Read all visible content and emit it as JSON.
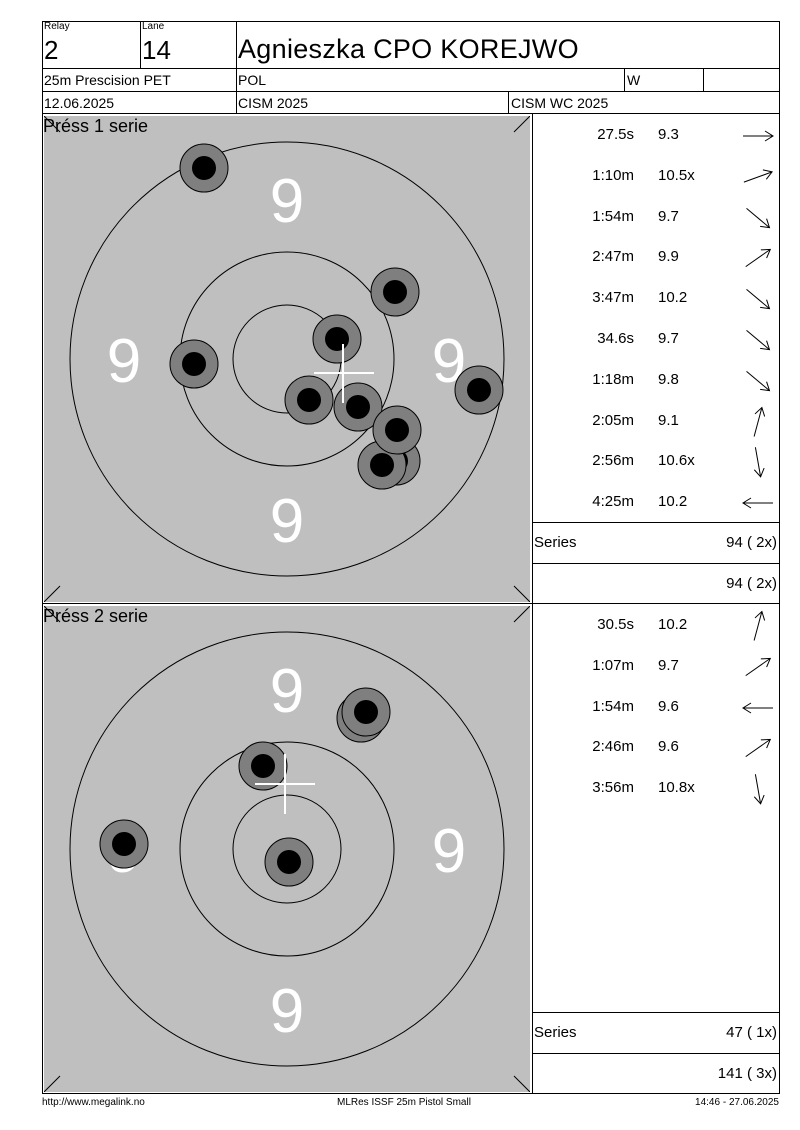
{
  "header": {
    "relay_label": "Relay",
    "relay": "2",
    "lane_label": "Lane",
    "lane": "14",
    "shooter_name": "Agnieszka CPO KOREJWO",
    "event": "25m Prescision PET",
    "nation": "POL",
    "category": "W",
    "date": "12.06.2025",
    "competition": "CISM 2025",
    "match": "CISM WC 2025"
  },
  "target_ring_label": "9",
  "series": [
    {
      "title": "Préss 1 serie",
      "shots": [
        {
          "time": "27.5s",
          "score": "9.3",
          "direction": "right"
        },
        {
          "time": "1:10m",
          "score": "10.5x",
          "direction": "up-right-shallow"
        },
        {
          "time": "1:54m",
          "score": "9.7",
          "direction": "down-right"
        },
        {
          "time": "2:47m",
          "score": "9.9",
          "direction": "up-right"
        },
        {
          "time": "3:47m",
          "score": "10.2",
          "direction": "down-right"
        },
        {
          "time": "34.6s",
          "score": "9.7",
          "direction": "down-right"
        },
        {
          "time": "1:18m",
          "score": "9.8",
          "direction": "down-right"
        },
        {
          "time": "2:05m",
          "score": "9.1",
          "direction": "up"
        },
        {
          "time": "2:56m",
          "score": "10.6x",
          "direction": "down"
        },
        {
          "time": "4:25m",
          "score": "10.2",
          "direction": "left"
        }
      ],
      "series_label": "Series",
      "series_total": "94 ( 2x)",
      "running_total": "94 ( 2x)"
    },
    {
      "title": "Préss 2 serie",
      "shots": [
        {
          "time": "30.5s",
          "score": "10.2",
          "direction": "up"
        },
        {
          "time": "1:07m",
          "score": "9.7",
          "direction": "up-right"
        },
        {
          "time": "1:54m",
          "score": "9.6",
          "direction": "left"
        },
        {
          "time": "2:46m",
          "score": "9.6",
          "direction": "up-right"
        },
        {
          "time": "3:56m",
          "score": "10.8x",
          "direction": "down"
        }
      ],
      "series_label": "Series",
      "series_total": "47 ( 1x)",
      "running_total": "141 ( 3x)"
    }
  ],
  "footer": {
    "url": "http://www.megalink.no",
    "software": "MLRes ISSF 25m Pistol Small",
    "timestamp": "14:46 - 27.06.2025"
  }
}
